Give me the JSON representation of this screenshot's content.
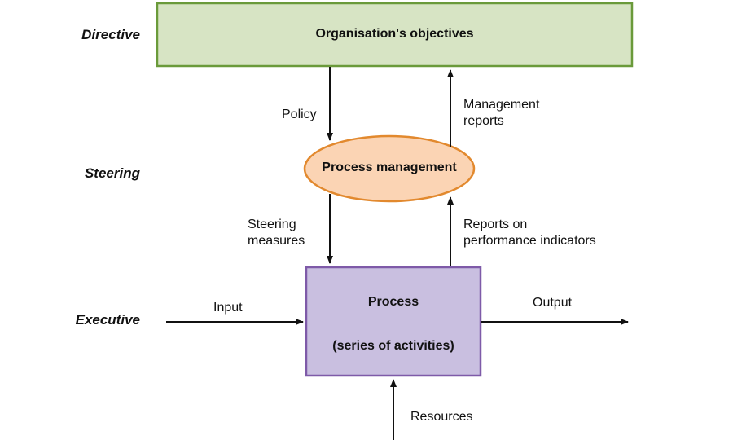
{
  "levels": {
    "directive": "Directive",
    "steering": "Steering",
    "executive": "Executive"
  },
  "nodes": {
    "objectives": "Organisation's objectives",
    "process_management": "Process management",
    "process_title": "Process",
    "process_subtitle": "(series of activities)"
  },
  "flows": {
    "policy": "Policy",
    "management_reports_line1": "Management",
    "management_reports_line2": "reports",
    "steering_measures_line1": "Steering",
    "steering_measures_line2": "measures",
    "reports_pi_line1": "Reports on",
    "reports_pi_line2": "performance indicators",
    "input": "Input",
    "output": "Output",
    "resources": "Resources"
  },
  "colors": {
    "objectives_fill": "#d7e4c4",
    "objectives_stroke": "#6a9a3a",
    "pm_fill": "#fbd4b4",
    "pm_stroke": "#e2892e",
    "process_fill": "#c9bfe0",
    "process_stroke": "#7e5aa8"
  }
}
